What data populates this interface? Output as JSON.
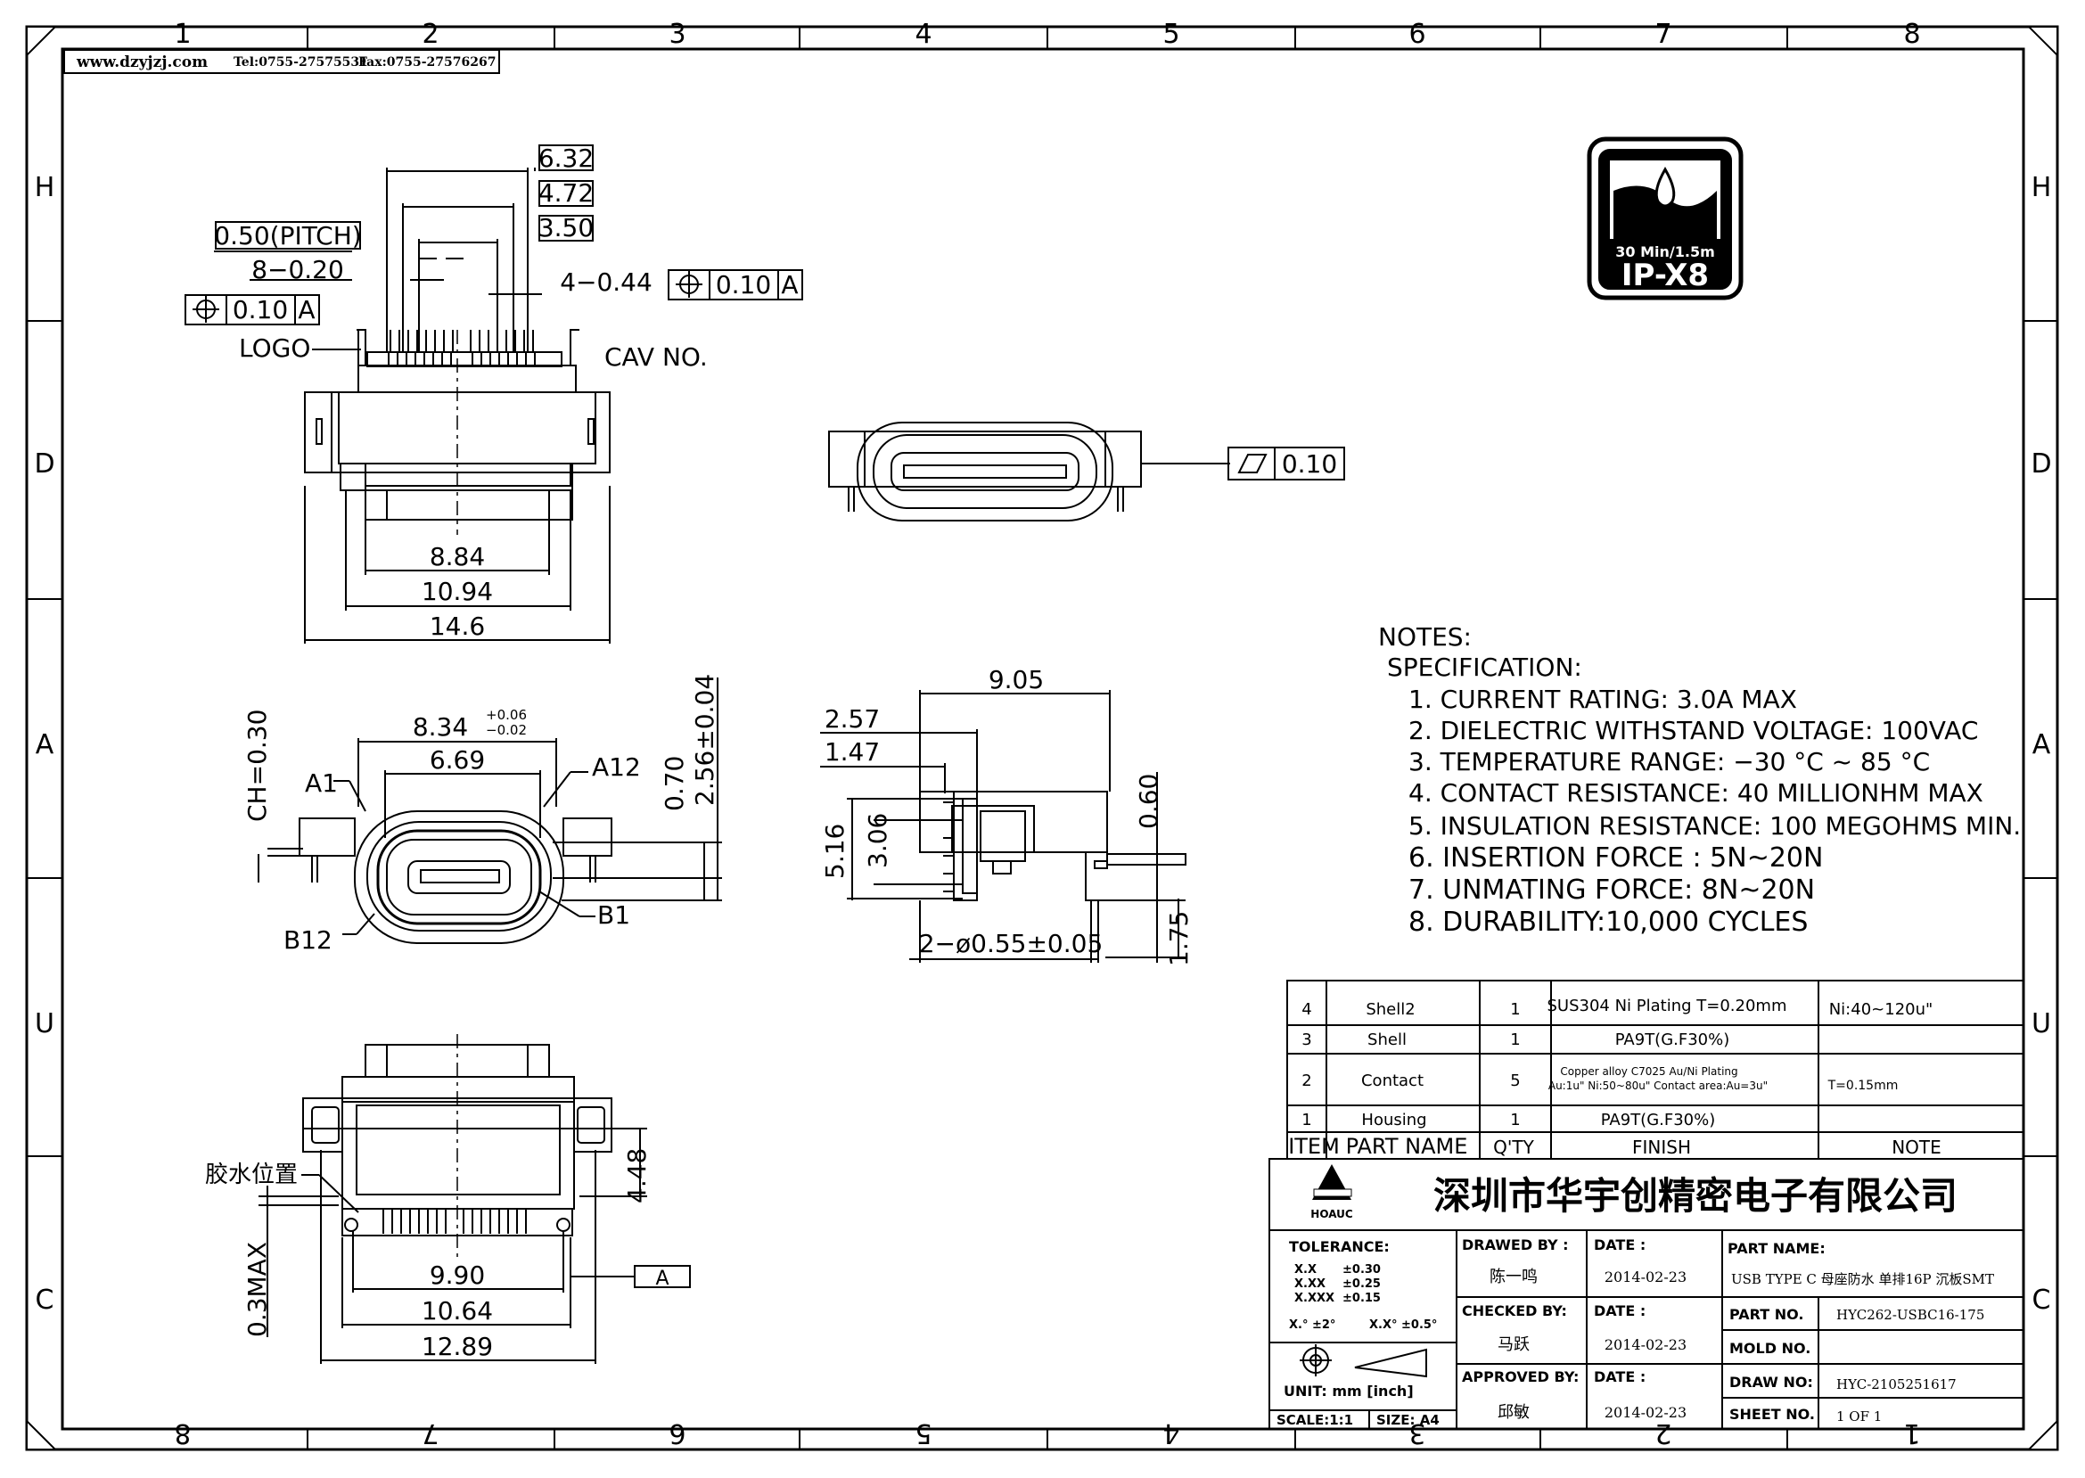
{
  "header": {
    "website": "www.dzyjzj.com",
    "tel": "Tel:0755-27575531",
    "fax": "Fax:0755-27576267"
  },
  "border": {
    "top_columns": [
      "1",
      "2",
      "3",
      "4",
      "5",
      "6",
      "7",
      "8"
    ],
    "bottom_columns": [
      "8",
      "7",
      "6",
      "5",
      "4",
      "3",
      "2",
      "1"
    ],
    "rows": [
      "H",
      "D",
      "A",
      "U",
      "C"
    ]
  },
  "badge": {
    "time_depth": "30 Min/1.5m",
    "rating": "IP-X8"
  },
  "top_view": {
    "dim_632": "6.32",
    "dim_472": "4.72",
    "dim_350": "3.50",
    "pitch": "0.50(PITCH)",
    "pin_width": "8−0.20",
    "tab_width": "4−0.44",
    "tol_left": "0.10",
    "tol_left_ref": "A",
    "tol_right": "0.10",
    "tol_right_ref": "A",
    "logo": "LOGO",
    "cav": "CAV  NO.",
    "dim_884": "8.84",
    "dim_1094": "10.94",
    "dim_146": "14.6"
  },
  "iso_view": {
    "flatness": "0.10"
  },
  "front_view": {
    "dim_834": "8.34",
    "tol_plus": "+0.06",
    "tol_minus": "−0.02",
    "dim_669": "6.69",
    "ch": "CH=0.30",
    "a1": "A1",
    "a12": "A12",
    "b12": "B12",
    "b1": "B1",
    "dim_070": "0.70",
    "dim_256": "2.56±0.04"
  },
  "side_view": {
    "dim_905": "9.05",
    "dim_257": "2.57",
    "dim_147": "1.47",
    "dim_516": "5.16",
    "dim_306": "3.06",
    "dim_060": "0.60",
    "hole": "2−ø0.55±0.05",
    "dim_175": "1.75"
  },
  "bottom_view": {
    "glue": "胶水位置",
    "dim_448": "4.48",
    "dim_990": "9.90",
    "datum": "A",
    "dim_1064": "10.64",
    "dim_1289": "12.89",
    "dim_03max": "0.3MAX"
  },
  "notes": {
    "title": "NOTES:",
    "subtitle": "SPECIFICATION:",
    "items": [
      "1. CURRENT RATING: 3.0A MAX",
      "2. DIELECTRIC WITHSTAND VOLTAGE: 100VAC",
      "3. TEMPERATURE RANGE: −30 °C ~ 85 °C",
      "4. CONTACT RESISTANCE: 40 MILLIONHM MAX",
      "5. INSULATION RESISTANCE: 100 MEGOHMS MIN.",
      "6. INSERTION FORCE : 5N~20N",
      "7. UNMATING FORCE: 8N~20N",
      "8. DURABILITY:10,000 CYCLES"
    ]
  },
  "bom": {
    "rows": [
      {
        "item": "4",
        "name": "Shell2",
        "qty": "1",
        "finish": "SUS304 Ni Plating T=0.20mm",
        "note": "Ni:40~120u\""
      },
      {
        "item": "3",
        "name": "Shell",
        "qty": "1",
        "finish": "PA9T(G.F30%)",
        "note": ""
      },
      {
        "item": "2",
        "name": "Contact",
        "qty": "5",
        "finish": "Copper alloy C7025 Au/Ni Plating",
        "finish2": "Au:1u\" Ni:50~80u\" Contact area:Au=3u\"",
        "note": "T=0.15mm"
      },
      {
        "item": "1",
        "name": "Housing",
        "qty": "1",
        "finish": "PA9T(G.F30%)",
        "note": ""
      }
    ],
    "headers": {
      "item": "ITEM",
      "name": "PART NAME",
      "qty": "Q'TY",
      "finish": "FINISH",
      "note": "NOTE"
    }
  },
  "title_block": {
    "company": "深圳市华宇创精密电子有限公司",
    "logo_text": "HOAUC",
    "tolerance_label": "TOLERANCE:",
    "tol_x": "X.X",
    "tol_x_val": "±0.30",
    "tol_xx": "X.XX",
    "tol_xx_val": "±0.25",
    "tol_xxx": "X.XXX",
    "tol_xxx_val": "±0.15",
    "ang1": "X.° ±2°",
    "ang2": "X.X° ±0.5°",
    "unit": "UNIT:  mm  [inch]",
    "scale": "SCALE:1:1",
    "size": "SIZE: A4",
    "drawn_by": "DRAWED BY :",
    "drawn_name": "陈一鸣",
    "checked_by": "CHECKED BY:",
    "checked_name": "马跃",
    "approved_by": "APPROVED BY:",
    "approved_name": "邱敏",
    "date_label": "DATE :",
    "date1": "2014-02-23",
    "date2": "2014-02-23",
    "date3": "2014-02-23",
    "part_name_label": "PART NAME:",
    "part_name": "USB TYPE C 母座防水 单排16P 沉板SMT",
    "part_no_label": "PART NO.",
    "part_no": "HYC262-USBC16-175",
    "mold_no_label": "MOLD NO.",
    "mold_no": "",
    "draw_no_label": "DRAW NO:",
    "draw_no": "HYC-2105251617",
    "sheet_no_label": "SHEET NO.",
    "sheet_no": "1 OF 1"
  }
}
